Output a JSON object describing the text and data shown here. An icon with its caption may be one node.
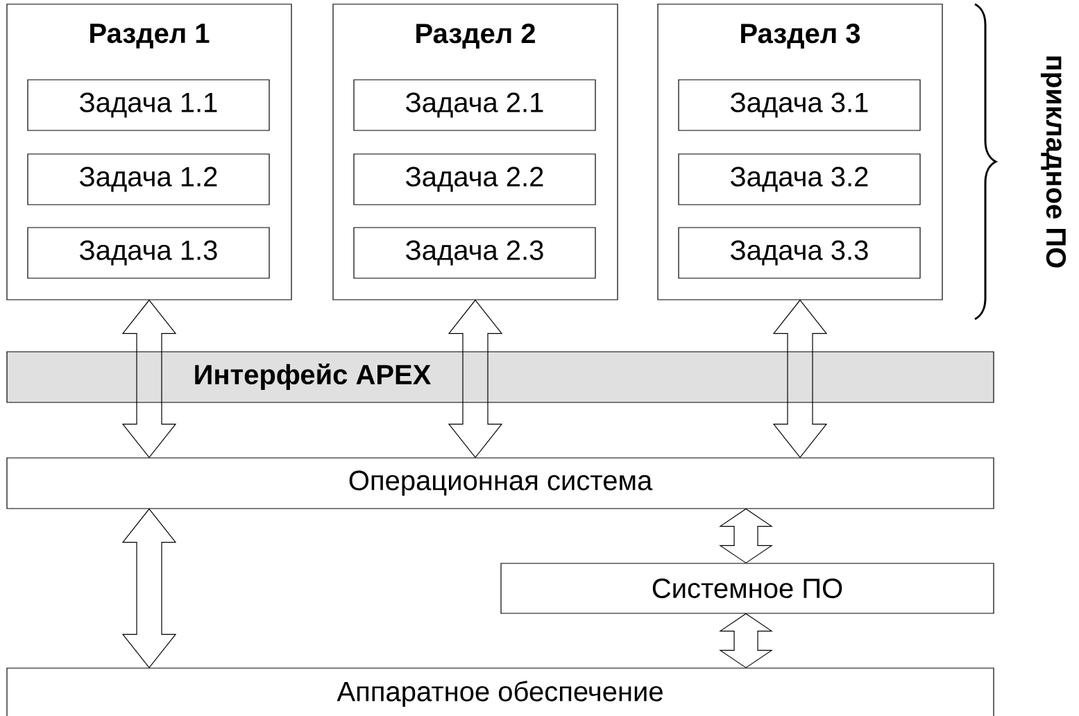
{
  "diagram": {
    "nodes": [
      {
        "text": [
          "Раздел 1"
        ]
      },
      {
        "text": [
          "Задача 1.1"
        ],
        "in": 0
      },
      {
        "text": [
          "Задача 1.2"
        ],
        "in": 0
      },
      {
        "text": [
          "Задача 1.3"
        ],
        "in": 0
      },
      {
        "text": [
          "Раздел 2"
        ]
      },
      {
        "text": [
          "Задача 2.1"
        ],
        "in": 4
      },
      {
        "text": [
          "Задача 2.2"
        ],
        "in": 4
      },
      {
        "text": [
          "Задача 2.3"
        ],
        "in": 4
      },
      {
        "text": [
          "Раздел 3"
        ]
      },
      {
        "text": [
          "Задача 3.1"
        ],
        "in": 8
      },
      {
        "text": [
          "Задача 3.2"
        ],
        "in": 8
      },
      {
        "text": [
          "Задача 3.3"
        ],
        "in": 8
      },
      {
        "text": [
          "Интерфейс APEX"
        ]
      },
      {
        "text": [
          "Операционная система"
        ]
      },
      {
        "text": [
          "Системное ПО"
        ]
      },
      {
        "text": [
          "Аппаратное обеспечение"
        ]
      }
    ],
    "edges": [
      {
        "from": 0,
        "to": 13,
        "arrow": "both"
      },
      {
        "from": 4,
        "to": 13,
        "arrow": "both"
      },
      {
        "from": 8,
        "to": 13,
        "arrow": "both"
      },
      {
        "from": 13,
        "to": 15,
        "arrow": "both"
      },
      {
        "from": 13,
        "to": 14,
        "arrow": "both"
      },
      {
        "from": 14,
        "to": 15,
        "arrow": "both"
      }
    ],
    "labels": [
      "прикладное ПО"
    ]
  }
}
